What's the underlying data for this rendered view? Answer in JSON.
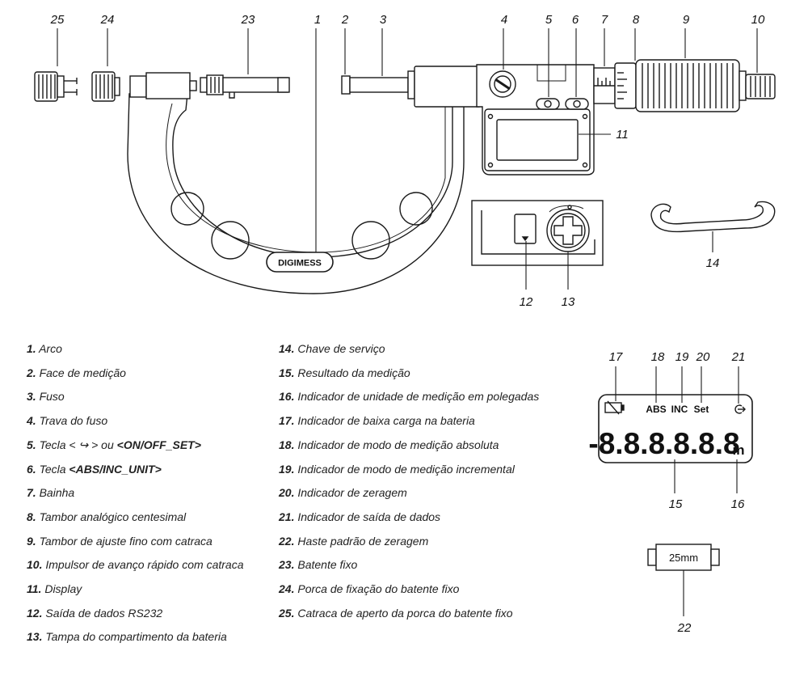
{
  "brand": "DIGIMESS",
  "callouts": [
    "1",
    "2",
    "3",
    "4",
    "5",
    "6",
    "7",
    "8",
    "9",
    "10",
    "11",
    "12",
    "13",
    "14",
    "15",
    "16",
    "17",
    "18",
    "19",
    "20",
    "21",
    "22",
    "23",
    "24",
    "25"
  ],
  "display": {
    "abs": "ABS",
    "inc": "INC",
    "set": "Set",
    "reading": "-8.8.8.8.8.8",
    "unit": "in"
  },
  "gauge_rod_label": "25mm",
  "legend_left": [
    {
      "num": "1.",
      "text": "Arco"
    },
    {
      "num": "2.",
      "text": "Face de medição"
    },
    {
      "num": "3.",
      "text": "Fuso"
    },
    {
      "num": "4.",
      "text": "Trava do fuso"
    },
    {
      "num": "5.",
      "text": "Tecla < ↪ > ou ",
      "key": "<ON/OFF_SET>"
    },
    {
      "num": "6.",
      "text": "Tecla ",
      "key": "<ABS/INC_UNIT>"
    },
    {
      "num": "7.",
      "text": "Bainha"
    },
    {
      "num": "8.",
      "text": "Tambor analógico centesimal"
    },
    {
      "num": "9.",
      "text": "Tambor de ajuste fino com catraca"
    },
    {
      "num": "10.",
      "text": "Impulsor de avanço rápido com catraca"
    },
    {
      "num": "11.",
      "text": "Display"
    },
    {
      "num": "12.",
      "text": "Saída de dados RS232"
    },
    {
      "num": "13.",
      "text": "Tampa do compartimento da bateria"
    }
  ],
  "legend_right": [
    {
      "num": "14.",
      "text": "Chave de serviço"
    },
    {
      "num": "15.",
      "text": "Resultado da medição"
    },
    {
      "num": "16.",
      "text": "Indicador de unidade de medição em polegadas"
    },
    {
      "num": "17.",
      "text": "Indicador de baixa carga na bateria"
    },
    {
      "num": "18.",
      "text": "Indicador de modo de medição absoluta"
    },
    {
      "num": "19.",
      "text": "Indicador de modo de medição incremental"
    },
    {
      "num": "20.",
      "text": "Indicador de zeragem"
    },
    {
      "num": "21.",
      "text": "Indicador de saída de dados"
    },
    {
      "num": "22.",
      "text": "Haste padrão de zeragem"
    },
    {
      "num": "23.",
      "text": "Batente fixo"
    },
    {
      "num": "24.",
      "text": "Porca de fixação do batente fixo"
    },
    {
      "num": "25.",
      "text": "Catraca de aperto da porca do batente fixo"
    }
  ]
}
